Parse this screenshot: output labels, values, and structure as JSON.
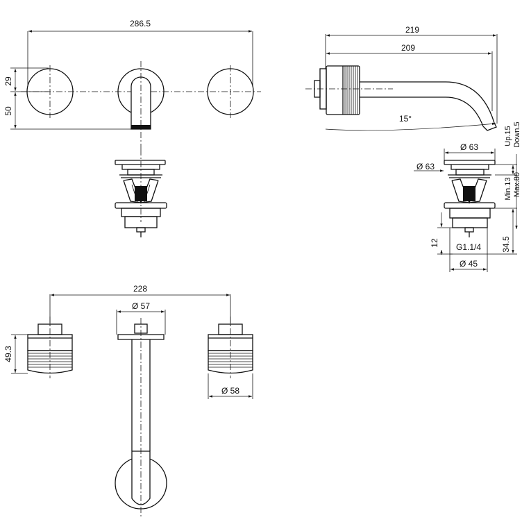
{
  "labels": {
    "top_width": "286.5",
    "left_handle_offset": "29",
    "left_height": "50",
    "side_total": "219",
    "side_spout": "209",
    "angle": "15°",
    "side_up": "Up.15",
    "side_down": "Down.5",
    "waste_dia_top": "Ø 63",
    "waste_dia_mid": "Ø 63",
    "waste_min": "Min.13",
    "waste_max": "Max.80",
    "waste_12": "12",
    "waste_345": "34.5",
    "thread": "G1.1/4",
    "waste_dia_bottom": "Ø 45",
    "plan_width": "228",
    "plan_dia_plate": "Ø 57",
    "plan_height": "49.3",
    "plan_dia_handle": "Ø 58"
  },
  "colors": {
    "line": "#111111",
    "background": "#ffffff"
  }
}
